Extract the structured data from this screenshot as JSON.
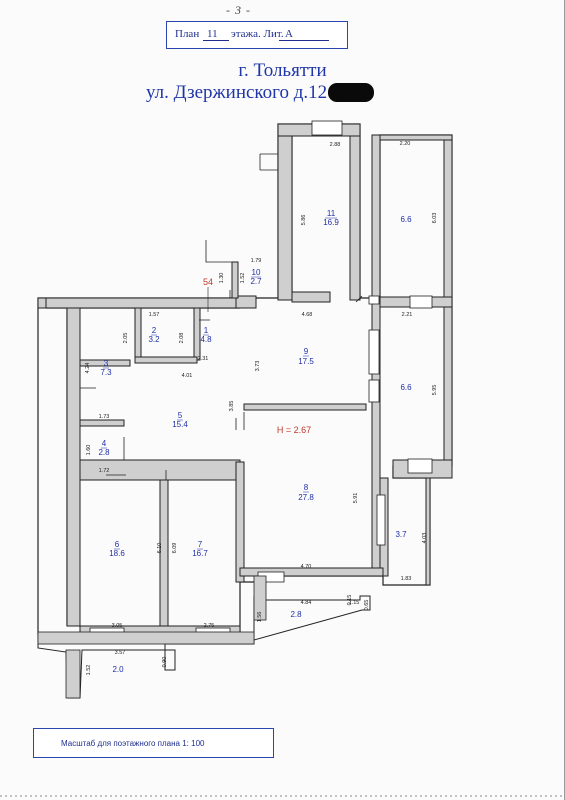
{
  "page_number": "- 3 -",
  "header": {
    "plan_label": "План",
    "floor": "11",
    "floor_suffix": "этажа. Лит.",
    "liter": "А"
  },
  "address": {
    "city": "г. Тольятти",
    "street": "ул. Дзержинского д.12"
  },
  "scale_note": "Масштаб для поэтажного плана 1: 100",
  "apartment_number": "54",
  "ceiling_height": "H = 2.67",
  "rooms": [
    {
      "id": "room-1",
      "num": "1",
      "area": "4.8"
    },
    {
      "id": "room-2",
      "num": "2",
      "area": "3.2"
    },
    {
      "id": "room-3",
      "num": "3",
      "area": "7.3"
    },
    {
      "id": "room-4",
      "num": "4",
      "area": "2.8"
    },
    {
      "id": "room-5",
      "num": "5",
      "area": "15.4"
    },
    {
      "id": "room-6",
      "num": "6",
      "area": "18.6"
    },
    {
      "id": "room-7",
      "num": "7",
      "area": "16.7"
    },
    {
      "id": "room-8",
      "num": "8",
      "area": "27.8"
    },
    {
      "id": "room-9",
      "num": "9",
      "area": "17.5"
    },
    {
      "id": "room-10",
      "num": "10",
      "area": "2.7"
    },
    {
      "id": "room-11",
      "num": "11",
      "area": "16.9"
    }
  ],
  "loggias": [
    {
      "id": "loggia-top",
      "area": "6.6"
    },
    {
      "id": "loggia-mid",
      "area": "6.6"
    },
    {
      "id": "loggia-right",
      "area": "3.7"
    },
    {
      "id": "balcony-bottom",
      "area": "2.8"
    },
    {
      "id": "balcony-left",
      "area": "2.0"
    }
  ],
  "dimensions": [
    "2.88",
    "5.86",
    "2.20",
    "6.03",
    "1.79",
    "1.52",
    "1.30",
    "4.68",
    "2.21",
    "5.95",
    "1.57",
    "2.05",
    "2.08",
    "2.31",
    "4.01",
    "4.24",
    "3.73",
    "1.73",
    "3.85",
    "1.60",
    "1.72",
    "5.91",
    "6.10",
    "6.09",
    "4.70",
    "3.05",
    "2.75",
    "4.84",
    "1.15",
    "0.15",
    "0.65",
    "1.56",
    "3.57",
    "0.90",
    "1.52",
    "1.83",
    "4.03"
  ]
}
